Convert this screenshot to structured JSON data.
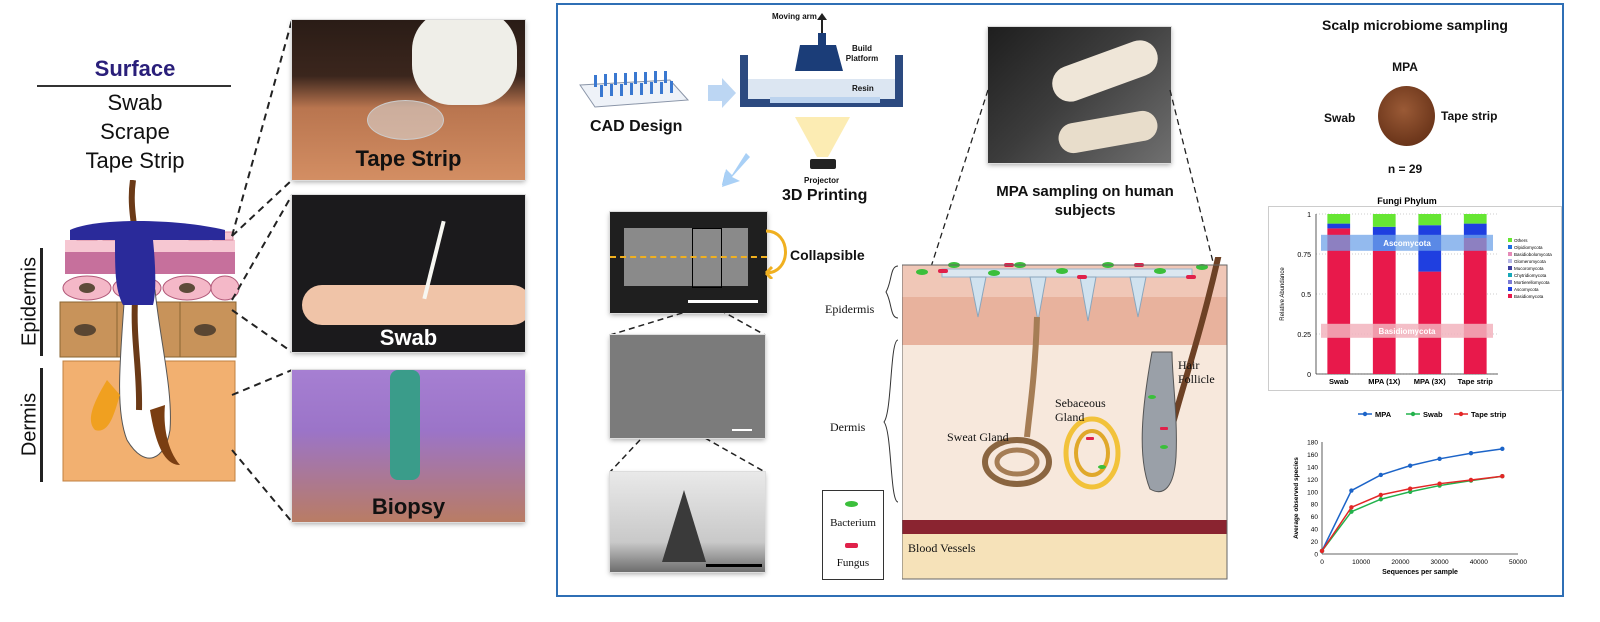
{
  "left": {
    "surface_title": "Surface",
    "methods": [
      "Swab",
      "Scrape",
      "Tape Strip"
    ],
    "layer_epidermis": "Epidermis",
    "layer_dermis": "Dermis",
    "photos": {
      "tape": "Tape Strip",
      "swab": "Swab",
      "biopsy": "Biopsy"
    }
  },
  "fabrication": {
    "moving_arm": "Moving arm",
    "build_platform": "Build Platform",
    "resin": "Resin",
    "projector": "Projector",
    "cad_design": "CAD Design",
    "printing": "3D Printing",
    "collapsible": "Collapsible"
  },
  "skin": {
    "photo_caption": "MPA sampling on human subjects",
    "epidermis": "Epidermis",
    "dermis": "Dermis",
    "sweat_gland": "Sweat Gland",
    "sebaceous_gland": "Sebaceous Gland",
    "hair_follicle": "Hair Follicle",
    "blood_vessels": "Blood Vessels",
    "legend": {
      "bacterium": "Bacterium",
      "fungus": "Fungus"
    },
    "colors": {
      "bacterium": "#3bbf3b",
      "fungus": "#e0214a"
    }
  },
  "scalp": {
    "title": "Scalp microbiome sampling",
    "mpa": "MPA",
    "swab": "Swab",
    "tape": "Tape strip",
    "n": "n = 29"
  },
  "chart_data": [
    {
      "type": "bar",
      "title": "Fungi Phylum",
      "ylabel": "Relative Abundance",
      "ylim": [
        0,
        1
      ],
      "yticks": [
        "0",
        "0.25",
        "0.5",
        "0.75",
        "1"
      ],
      "categories": [
        "Swab",
        "MPA (1X)",
        "MPA (3X)",
        "Tape strip"
      ],
      "stacked": true,
      "legend": [
        "Others",
        "Olpidiomycota",
        "Basidiobolomycota",
        "Glomeromycota",
        "Mucoromycota",
        "Chytridiomycota",
        "Mortierellomycota",
        "Ascomycota",
        "Basidiomycota"
      ],
      "series": [
        {
          "name": "Basidiomycota",
          "color": "#e8194b",
          "values": [
            0.91,
            0.77,
            0.64,
            0.85
          ]
        },
        {
          "name": "Ascomycota",
          "color": "#1f3fe0",
          "values": [
            0.03,
            0.15,
            0.29,
            0.09
          ]
        },
        {
          "name": "Others",
          "color": "#66e633",
          "values": [
            0.06,
            0.08,
            0.07,
            0.06
          ]
        }
      ],
      "annotations": [
        "Ascomycota",
        "Basidiomycota"
      ]
    },
    {
      "type": "line",
      "xlabel": "Sequences per sample",
      "ylabel": "Average observed species",
      "xlim": [
        0,
        50000
      ],
      "ylim": [
        0,
        180
      ],
      "xticks": [
        0,
        10000,
        20000,
        30000,
        40000,
        50000
      ],
      "yticks": [
        0,
        20,
        40,
        60,
        80,
        100,
        120,
        140,
        160,
        180
      ],
      "x": [
        0,
        7500,
        15000,
        22500,
        30000,
        38000,
        46000
      ],
      "series": [
        {
          "name": "MPA",
          "color": "#1c64c8",
          "values": [
            5,
            102,
            127,
            142,
            153,
            162,
            169
          ]
        },
        {
          "name": "Swab",
          "color": "#22b24c",
          "values": [
            5,
            68,
            88,
            100,
            110,
            118,
            125
          ]
        },
        {
          "name": "Tape strip",
          "color": "#e32626",
          "values": [
            5,
            75,
            95,
            105,
            113,
            119,
            125
          ]
        }
      ]
    }
  ]
}
